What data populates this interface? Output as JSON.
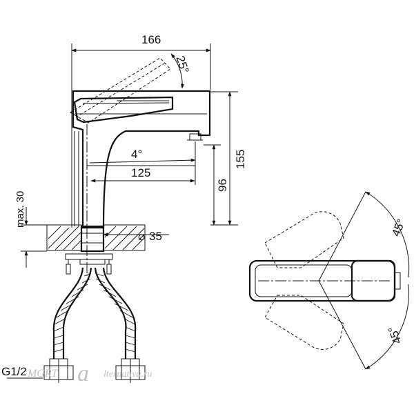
{
  "dimensions": {
    "width_total": "166",
    "lever_angle": "25°",
    "height_total": "155",
    "spout_angle": "4°",
    "spout_reach": "125",
    "spout_height": "96",
    "max_counter": "max. 30",
    "hole_diameter": "35",
    "diameter_symbol": "⌀",
    "thread": "G1/2",
    "rotation_top": "45°",
    "rotation_bottom": "45°"
  },
  "watermark": {
    "left": "MGRT",
    "logo_letter": "a",
    "right": "lternativa.ru"
  }
}
